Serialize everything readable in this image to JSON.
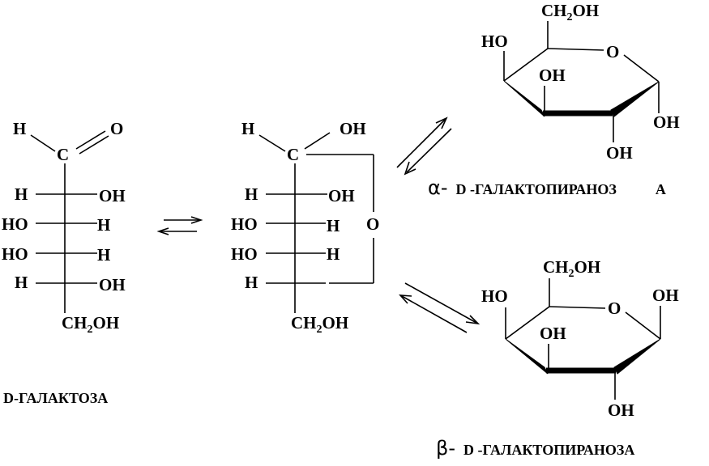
{
  "atoms": {
    "H": "H",
    "O": "O",
    "C": "C",
    "OH": "OH",
    "HO": "HO",
    "CH": "CH",
    "two": "2",
    "OH_tail": "OH"
  },
  "captions": {
    "galactose": "D-ГАЛАКТОЗА",
    "alpha_symbol": "α-",
    "alpha_name": "D -ГАЛАКТОПИРАНОЗ",
    "alpha_tail": "А",
    "beta_symbol": "β-",
    "beta_name": "D -ГАЛАКТОПИРАНОЗА"
  }
}
